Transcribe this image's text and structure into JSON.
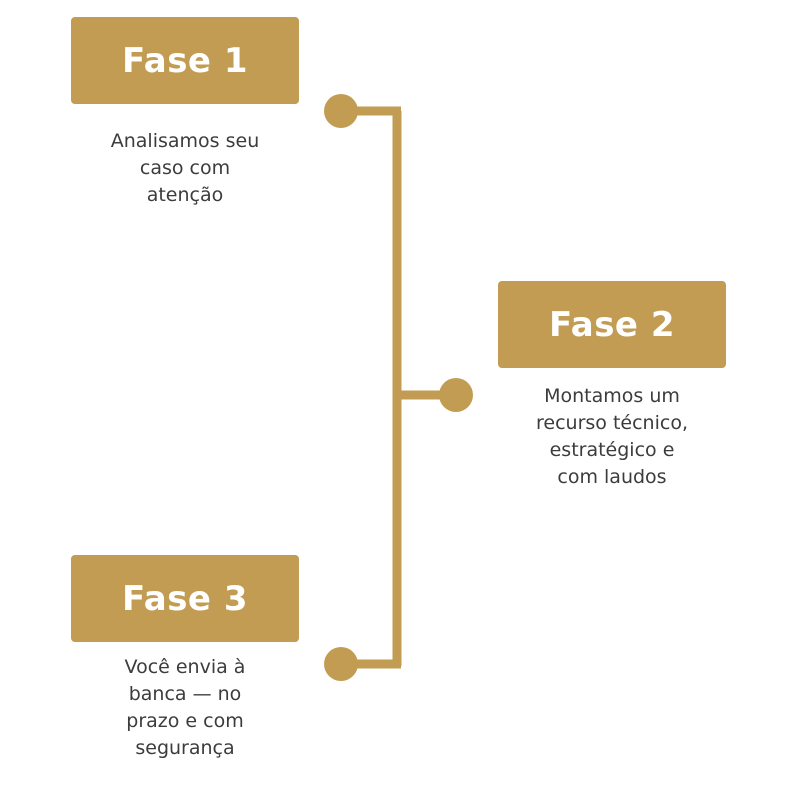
{
  "colors": {
    "accent": "#c29c53",
    "title_text": "#ffffff",
    "body_text": "#3c3c3c"
  },
  "phases": [
    {
      "title": "Fase 1",
      "description_lines": [
        "Analisamos seu",
        "caso com",
        "atenção"
      ]
    },
    {
      "title": "Fase 2",
      "description_lines": [
        "Montamos um",
        "recurso técnico,",
        "estratégico e",
        "com laudos"
      ]
    },
    {
      "title": "Fase 3",
      "description_lines": [
        "Você envia à",
        "banca — no",
        "prazo e com",
        "segurança"
      ]
    }
  ]
}
